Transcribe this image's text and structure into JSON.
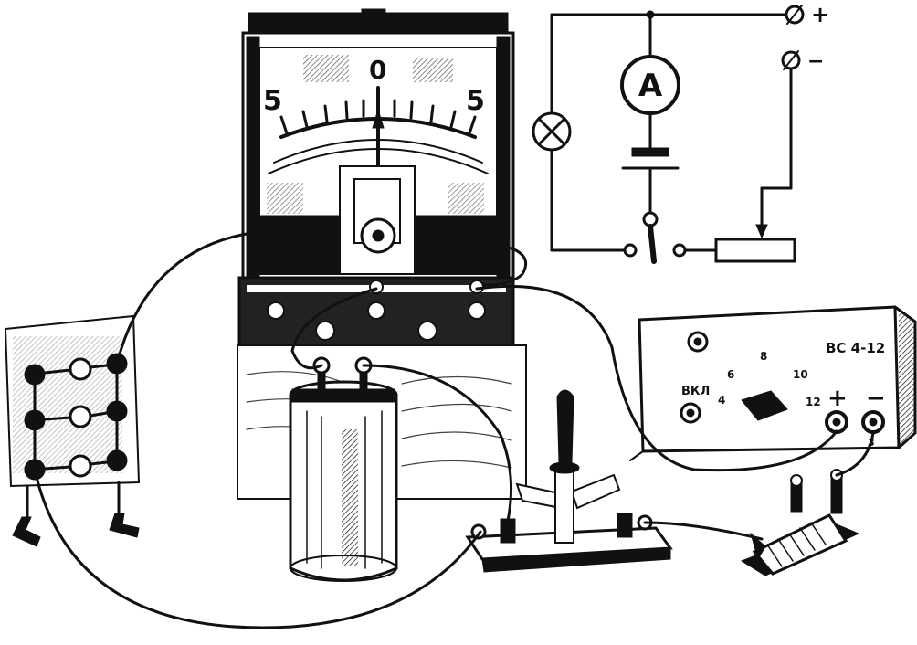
{
  "meter": {
    "scale_left": "5",
    "scale_center": "0",
    "scale_right": "5"
  },
  "schematic": {
    "plus": "+",
    "minus": "−",
    "ammeter": "A"
  },
  "power_supply": {
    "model": "ВС 4-12",
    "switch_label": "ВКЛ",
    "taps": [
      "4",
      "6",
      "8",
      "10",
      "12"
    ],
    "plus": "+",
    "minus": "−",
    "terminal_mark": "3"
  }
}
